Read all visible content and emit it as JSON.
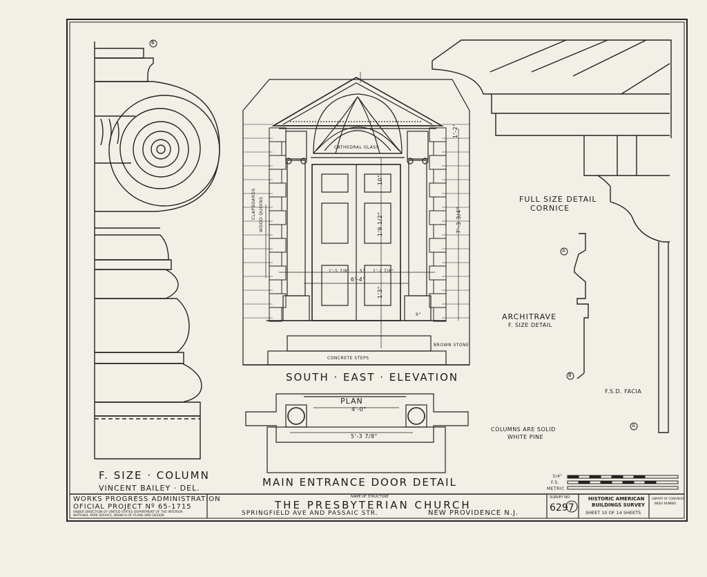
{
  "titles": {
    "column": "F. SIZE · COLUMN",
    "elevation": "SOUTH · EAST · ELEVATION",
    "door_detail": "MAIN ENTRANCE DOOR DETAIL",
    "plan": "PLAN",
    "cornice_line1": "FULL SIZE DETAIL",
    "cornice_line2": "CORNICE",
    "architrave_line1": "ARCHITRAVE",
    "architrave_line2": "F. SIZE DETAIL",
    "facia": "F.S.D. FACIA",
    "columns_note_line1": "COLUMNS ARE SOLID",
    "columns_note_line2": "WHITE PINE"
  },
  "annotations": {
    "cathedral_glass": "CATHEDRAL GLASS",
    "clapboards": "CLAPBOARDS",
    "wood_quoins": "WOOD QUOINS",
    "brown_stone": "BROWN STONE",
    "concrete_steps": "CONCRETE STEPS",
    "dims": {
      "left_total": "6'-4\"",
      "right_height": "7'-3 3/4\"",
      "plan_width": "4'-0\"",
      "plan_base": "5'-3 7/8\"",
      "fanlight_h": "1'-2\"",
      "door_upper": "10\"",
      "door_mid": "1'9 1/2\"",
      "door_low": "1'3\"",
      "panel_w1": "1'-5 7/8\"",
      "panel_w2": "1'-2 7/8\"",
      "gap1": "5\"",
      "gap2": "9\""
    },
    "marker_a": "A",
    "marker_b": "B"
  },
  "credits": {
    "delineator": "VINCENT BAILEY · DEL."
  },
  "title_block": {
    "wpa_line1": "WORKS PROGRESS ADMINISTRATION",
    "wpa_line2": "OFICIAL PROJECT  Nº 65-1715",
    "wpa_line3": "UNDER DIRECTION OF UNITED STATES DEPARTMENT OF THE INTERIOR",
    "wpa_line4": "NATIONAL PARK SERVICE, BRANCH OF PLANS AND DESIGN",
    "name_caption": "NAME OF STRUCTURE",
    "structure_name": "THE PRESBYTERIAN CHURCH",
    "address": "SPRINGFIELD AVE AND PASSAIC STR.",
    "city": "NEW PROVIDENCE   N.J.",
    "survey_caption": "SURVEY NO.",
    "survey_no": "6297",
    "habs_line1": "HISTORIC AMERICAN",
    "habs_line2": "BUILDINGS SURVEY",
    "sheet_text": "SHEET 10 OF 14 SHEETS",
    "index_line1": "LIBRARY OF CONGRESS",
    "index_line2": "INDEX NUMBER"
  },
  "scale_bar": {
    "label_top": "3/4\"",
    "label_fs": "F.S.",
    "label_metric": "METRIC"
  }
}
